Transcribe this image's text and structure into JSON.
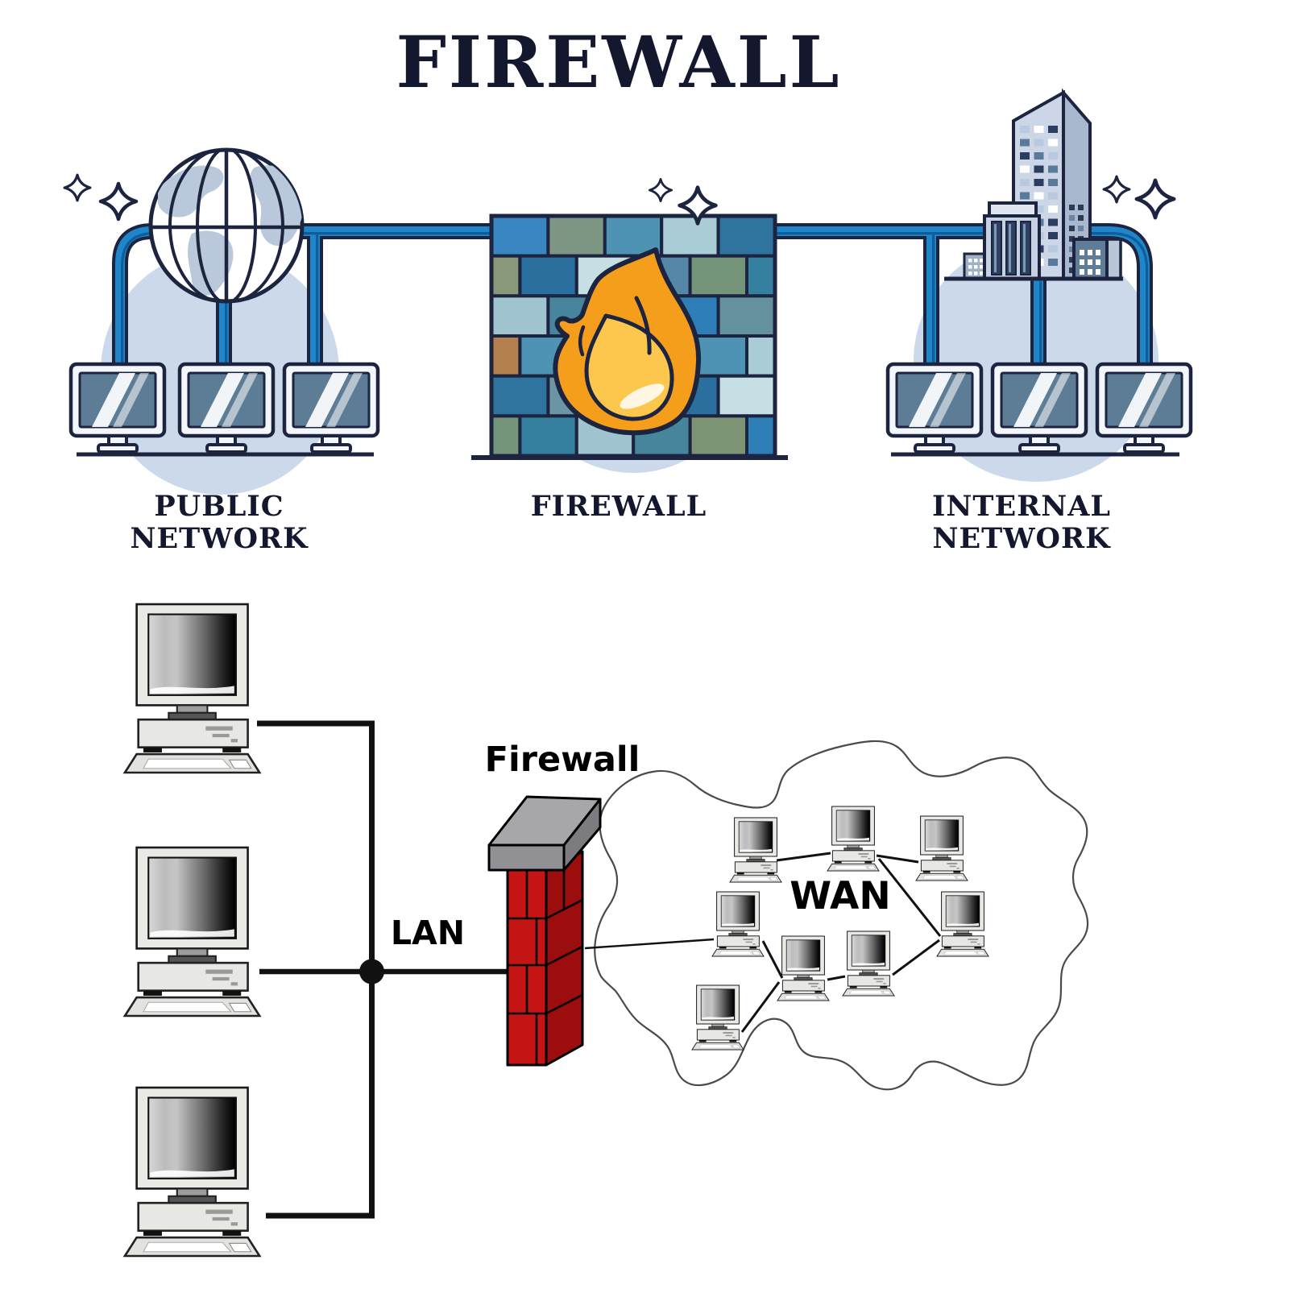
{
  "title": "FIREWALL",
  "top_diagram": {
    "public_network": {
      "label_line1": "PUBLIC",
      "label_line2": "NETWORK",
      "computer_count": 3
    },
    "firewall": {
      "label": "FIREWALL"
    },
    "internal_network": {
      "label_line1": "INTERNAL",
      "label_line2": "NETWORK",
      "computer_count": 3
    }
  },
  "bottom_diagram": {
    "firewall_label": "Firewall",
    "lan_label": "LAN",
    "wan_label": "WAN",
    "lan_computer_count": 3,
    "wan_computer_count": 8
  },
  "colors": {
    "outline_navy": "#1c2440",
    "label_navy": "#14182e",
    "cable_blue": "#1f86c9",
    "cable_blue_dark": "#0f5e9c",
    "bg_circle": "#ccd9ea",
    "flame_orange": "#f59e1c",
    "flame_gold": "#fdc74e",
    "brick_red": "#c51414",
    "brick_red_dark": "#9c0d0d",
    "cap_gray": "#919195",
    "cap_gray_top": "#a7a7ab",
    "cap_gray_side": "#7b7b80",
    "line_black": "#111111",
    "cloud_gray": "#4a4a4a",
    "screen_slate": "#5d7d97"
  }
}
